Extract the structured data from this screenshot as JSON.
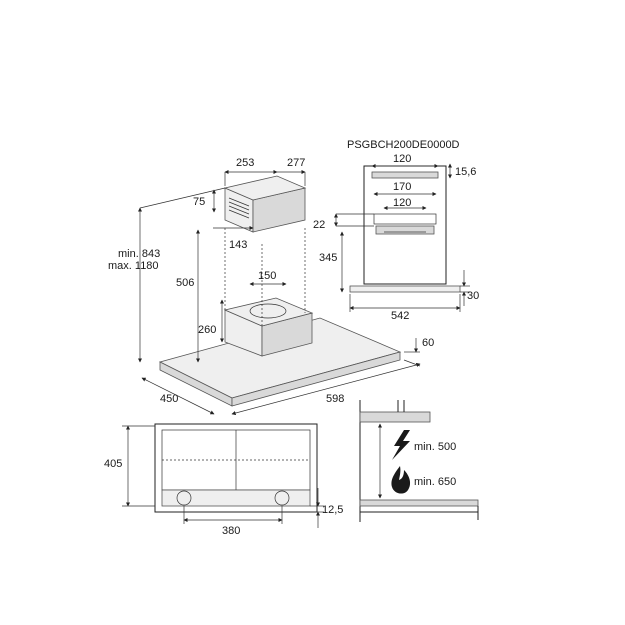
{
  "model_code": "PSGBCH200DE0000D",
  "main_view": {
    "chimney_depth": "253",
    "chimney_width": "277",
    "chimney_top": "75",
    "chimney_offset": "143",
    "total_height_min": "min. 843",
    "total_height_max": "max. 1180",
    "chimney_height": "506",
    "outlet_diameter": "150",
    "canopy_height": "260",
    "hood_thickness": "60",
    "hood_depth": "450",
    "hood_width": "598"
  },
  "bracket_view": {
    "top_width": "120",
    "top_offset": "15,6",
    "mid_width": "170",
    "inner_width": "120",
    "offset_22": "22",
    "bracket_height": "345",
    "bottom_offset": "30",
    "bottom_width": "542"
  },
  "bottom_view": {
    "depth": "405",
    "control_spacing": "380",
    "edge_offset": "12,5"
  },
  "side_view": {
    "electric_min": "min. 500",
    "gas_min": "min. 650"
  },
  "colors": {
    "line": "#222222",
    "flame": "#1a1a1a",
    "grey_fill": "#d9d9d9"
  }
}
